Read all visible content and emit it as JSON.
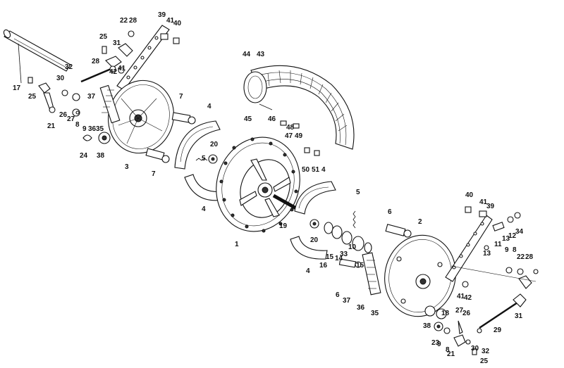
{
  "diagram": {
    "labels": [
      {
        "id": "l1",
        "text": "1"
      },
      {
        "id": "l2",
        "text": "2"
      },
      {
        "id": "l3",
        "text": "3"
      },
      {
        "id": "l4a",
        "text": "4"
      },
      {
        "id": "l4b",
        "text": "4"
      },
      {
        "id": "l4c",
        "text": "4"
      },
      {
        "id": "l4d",
        "text": "4"
      },
      {
        "id": "l5a",
        "text": "5"
      },
      {
        "id": "l5b",
        "text": "5"
      },
      {
        "id": "l6a",
        "text": "6"
      },
      {
        "id": "l6b",
        "text": "6"
      },
      {
        "id": "l7a",
        "text": "7"
      },
      {
        "id": "l7b",
        "text": "7"
      },
      {
        "id": "l8a",
        "text": "8"
      },
      {
        "id": "l8b",
        "text": "8"
      },
      {
        "id": "l8c",
        "text": "8"
      },
      {
        "id": "l9a",
        "text": "9"
      },
      {
        "id": "l9b",
        "text": "9"
      },
      {
        "id": "l9c",
        "text": "9"
      },
      {
        "id": "l10",
        "text": "10"
      },
      {
        "id": "l11",
        "text": "11"
      },
      {
        "id": "l12",
        "text": "12"
      },
      {
        "id": "l13a",
        "text": "13"
      },
      {
        "id": "l13b",
        "text": "13"
      },
      {
        "id": "l14",
        "text": "14"
      },
      {
        "id": "l15a",
        "text": "15"
      },
      {
        "id": "l15b",
        "text": "15"
      },
      {
        "id": "l16",
        "text": "16"
      },
      {
        "id": "l17",
        "text": "17"
      },
      {
        "id": "l18",
        "text": "18"
      },
      {
        "id": "l19",
        "text": "19"
      },
      {
        "id": "l20a",
        "text": "20"
      },
      {
        "id": "l20b",
        "text": "20"
      },
      {
        "id": "l21a",
        "text": "21"
      },
      {
        "id": "l21b",
        "text": "21"
      },
      {
        "id": "l22a",
        "text": "22"
      },
      {
        "id": "l22b",
        "text": "22"
      },
      {
        "id": "l23",
        "text": "23"
      },
      {
        "id": "l24",
        "text": "24"
      },
      {
        "id": "l25a",
        "text": "25"
      },
      {
        "id": "l25b",
        "text": "25"
      },
      {
        "id": "l25c",
        "text": "25"
      },
      {
        "id": "l26a",
        "text": "26"
      },
      {
        "id": "l26b",
        "text": "26"
      },
      {
        "id": "l27a",
        "text": "27"
      },
      {
        "id": "l27b",
        "text": "27"
      },
      {
        "id": "l28a",
        "text": "28"
      },
      {
        "id": "l28b",
        "text": "28"
      },
      {
        "id": "l28c",
        "text": "28"
      },
      {
        "id": "l29",
        "text": "29"
      },
      {
        "id": "l30a",
        "text": "30"
      },
      {
        "id": "l30b",
        "text": "30"
      },
      {
        "id": "l31a",
        "text": "31"
      },
      {
        "id": "l31b",
        "text": "31"
      },
      {
        "id": "l32a",
        "text": "32"
      },
      {
        "id": "l32b",
        "text": "32"
      },
      {
        "id": "l33",
        "text": "33"
      },
      {
        "id": "l34",
        "text": "34"
      },
      {
        "id": "l35a",
        "text": "35"
      },
      {
        "id": "l35b",
        "text": "35"
      },
      {
        "id": "l36a",
        "text": "36"
      },
      {
        "id": "l36b",
        "text": "36"
      },
      {
        "id": "l37a",
        "text": "37"
      },
      {
        "id": "l37b",
        "text": "37"
      },
      {
        "id": "l38a",
        "text": "38"
      },
      {
        "id": "l38b",
        "text": "38"
      },
      {
        "id": "l39a",
        "text": "39"
      },
      {
        "id": "l39b",
        "text": "39"
      },
      {
        "id": "l40a",
        "text": "40"
      },
      {
        "id": "l40b",
        "text": "40"
      },
      {
        "id": "l41a",
        "text": "41"
      },
      {
        "id": "l41b",
        "text": "41"
      },
      {
        "id": "l41c",
        "text": "41"
      },
      {
        "id": "l41d",
        "text": "41"
      },
      {
        "id": "l42a",
        "text": "42"
      },
      {
        "id": "l42b",
        "text": "42"
      },
      {
        "id": "l43",
        "text": "43"
      },
      {
        "id": "l44",
        "text": "44"
      },
      {
        "id": "l45",
        "text": "45"
      },
      {
        "id": "l46",
        "text": "46"
      },
      {
        "id": "l47",
        "text": "47"
      },
      {
        "id": "l48",
        "text": "48"
      },
      {
        "id": "l49",
        "text": "49"
      },
      {
        "id": "l50",
        "text": "50"
      },
      {
        "id": "l51",
        "text": "51"
      }
    ]
  }
}
